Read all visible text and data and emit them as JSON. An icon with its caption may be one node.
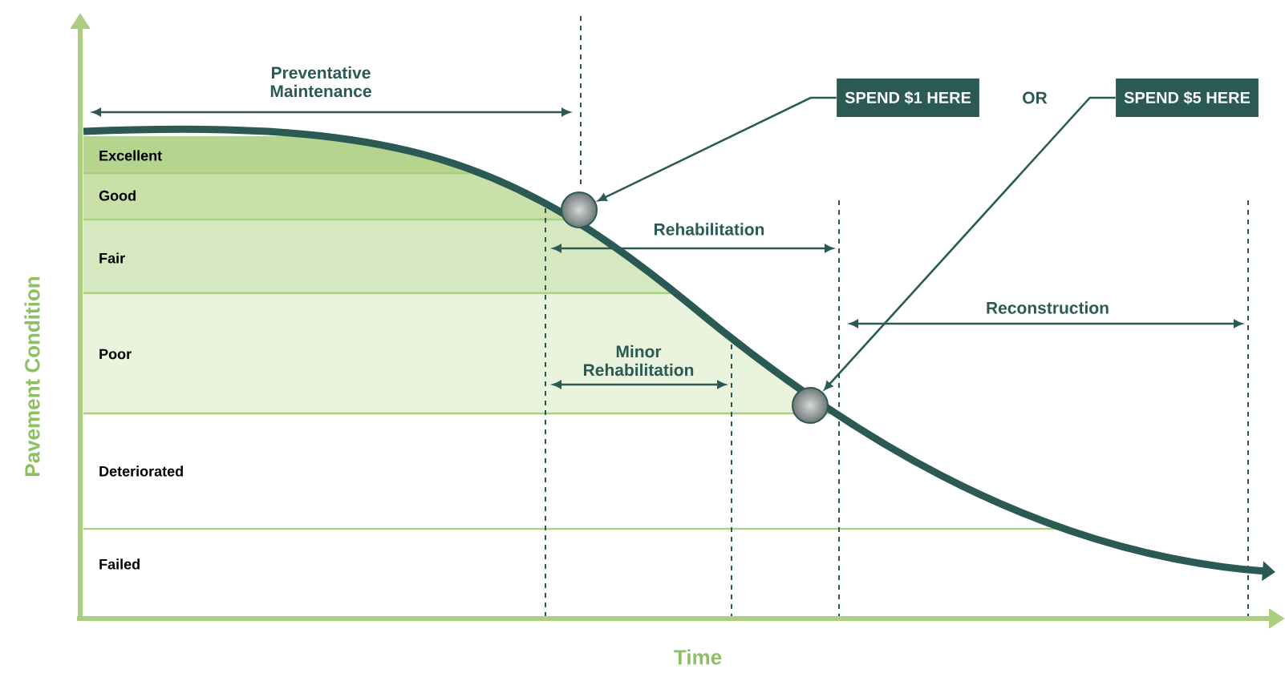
{
  "diagram": {
    "nodes": [
      {
        "text": [
          "SPEND $1 HERE"
        ]
      },
      {
        "text": [
          "SPEND $5 HERE"
        ]
      },
      {
        "text": [],
        "shape": "circle"
      },
      {
        "text": [],
        "shape": "circle"
      }
    ],
    "edges": [
      {
        "from": 0,
        "to": 2,
        "arrow": "to"
      },
      {
        "from": 1,
        "to": 3,
        "arrow": "to"
      }
    ],
    "labels": [
      "Preventative Maintenance",
      "OR",
      "Excellent",
      "Good",
      "Rehabilitation",
      "Fair",
      "Reconstruction",
      "Minor Rehabilitation",
      "Poor",
      "Deteriorated",
      "Failed",
      "Pavement Condition",
      "Time"
    ]
  }
}
